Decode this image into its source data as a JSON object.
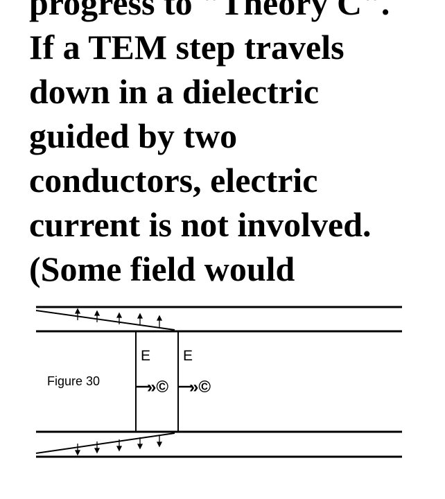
{
  "document": {
    "lines": [
      "progress to \"Theory C\".",
      "If a TEM step travels",
      "down in a dielectric",
      "guided by two",
      "conductors, electric",
      "current is not involved.",
      "(Some field would"
    ]
  },
  "figure": {
    "caption": "Figure 30",
    "field_label_left": "E",
    "field_label_right": "E",
    "propagation_symbol_left": "»©",
    "propagation_symbol_right": "»©"
  }
}
